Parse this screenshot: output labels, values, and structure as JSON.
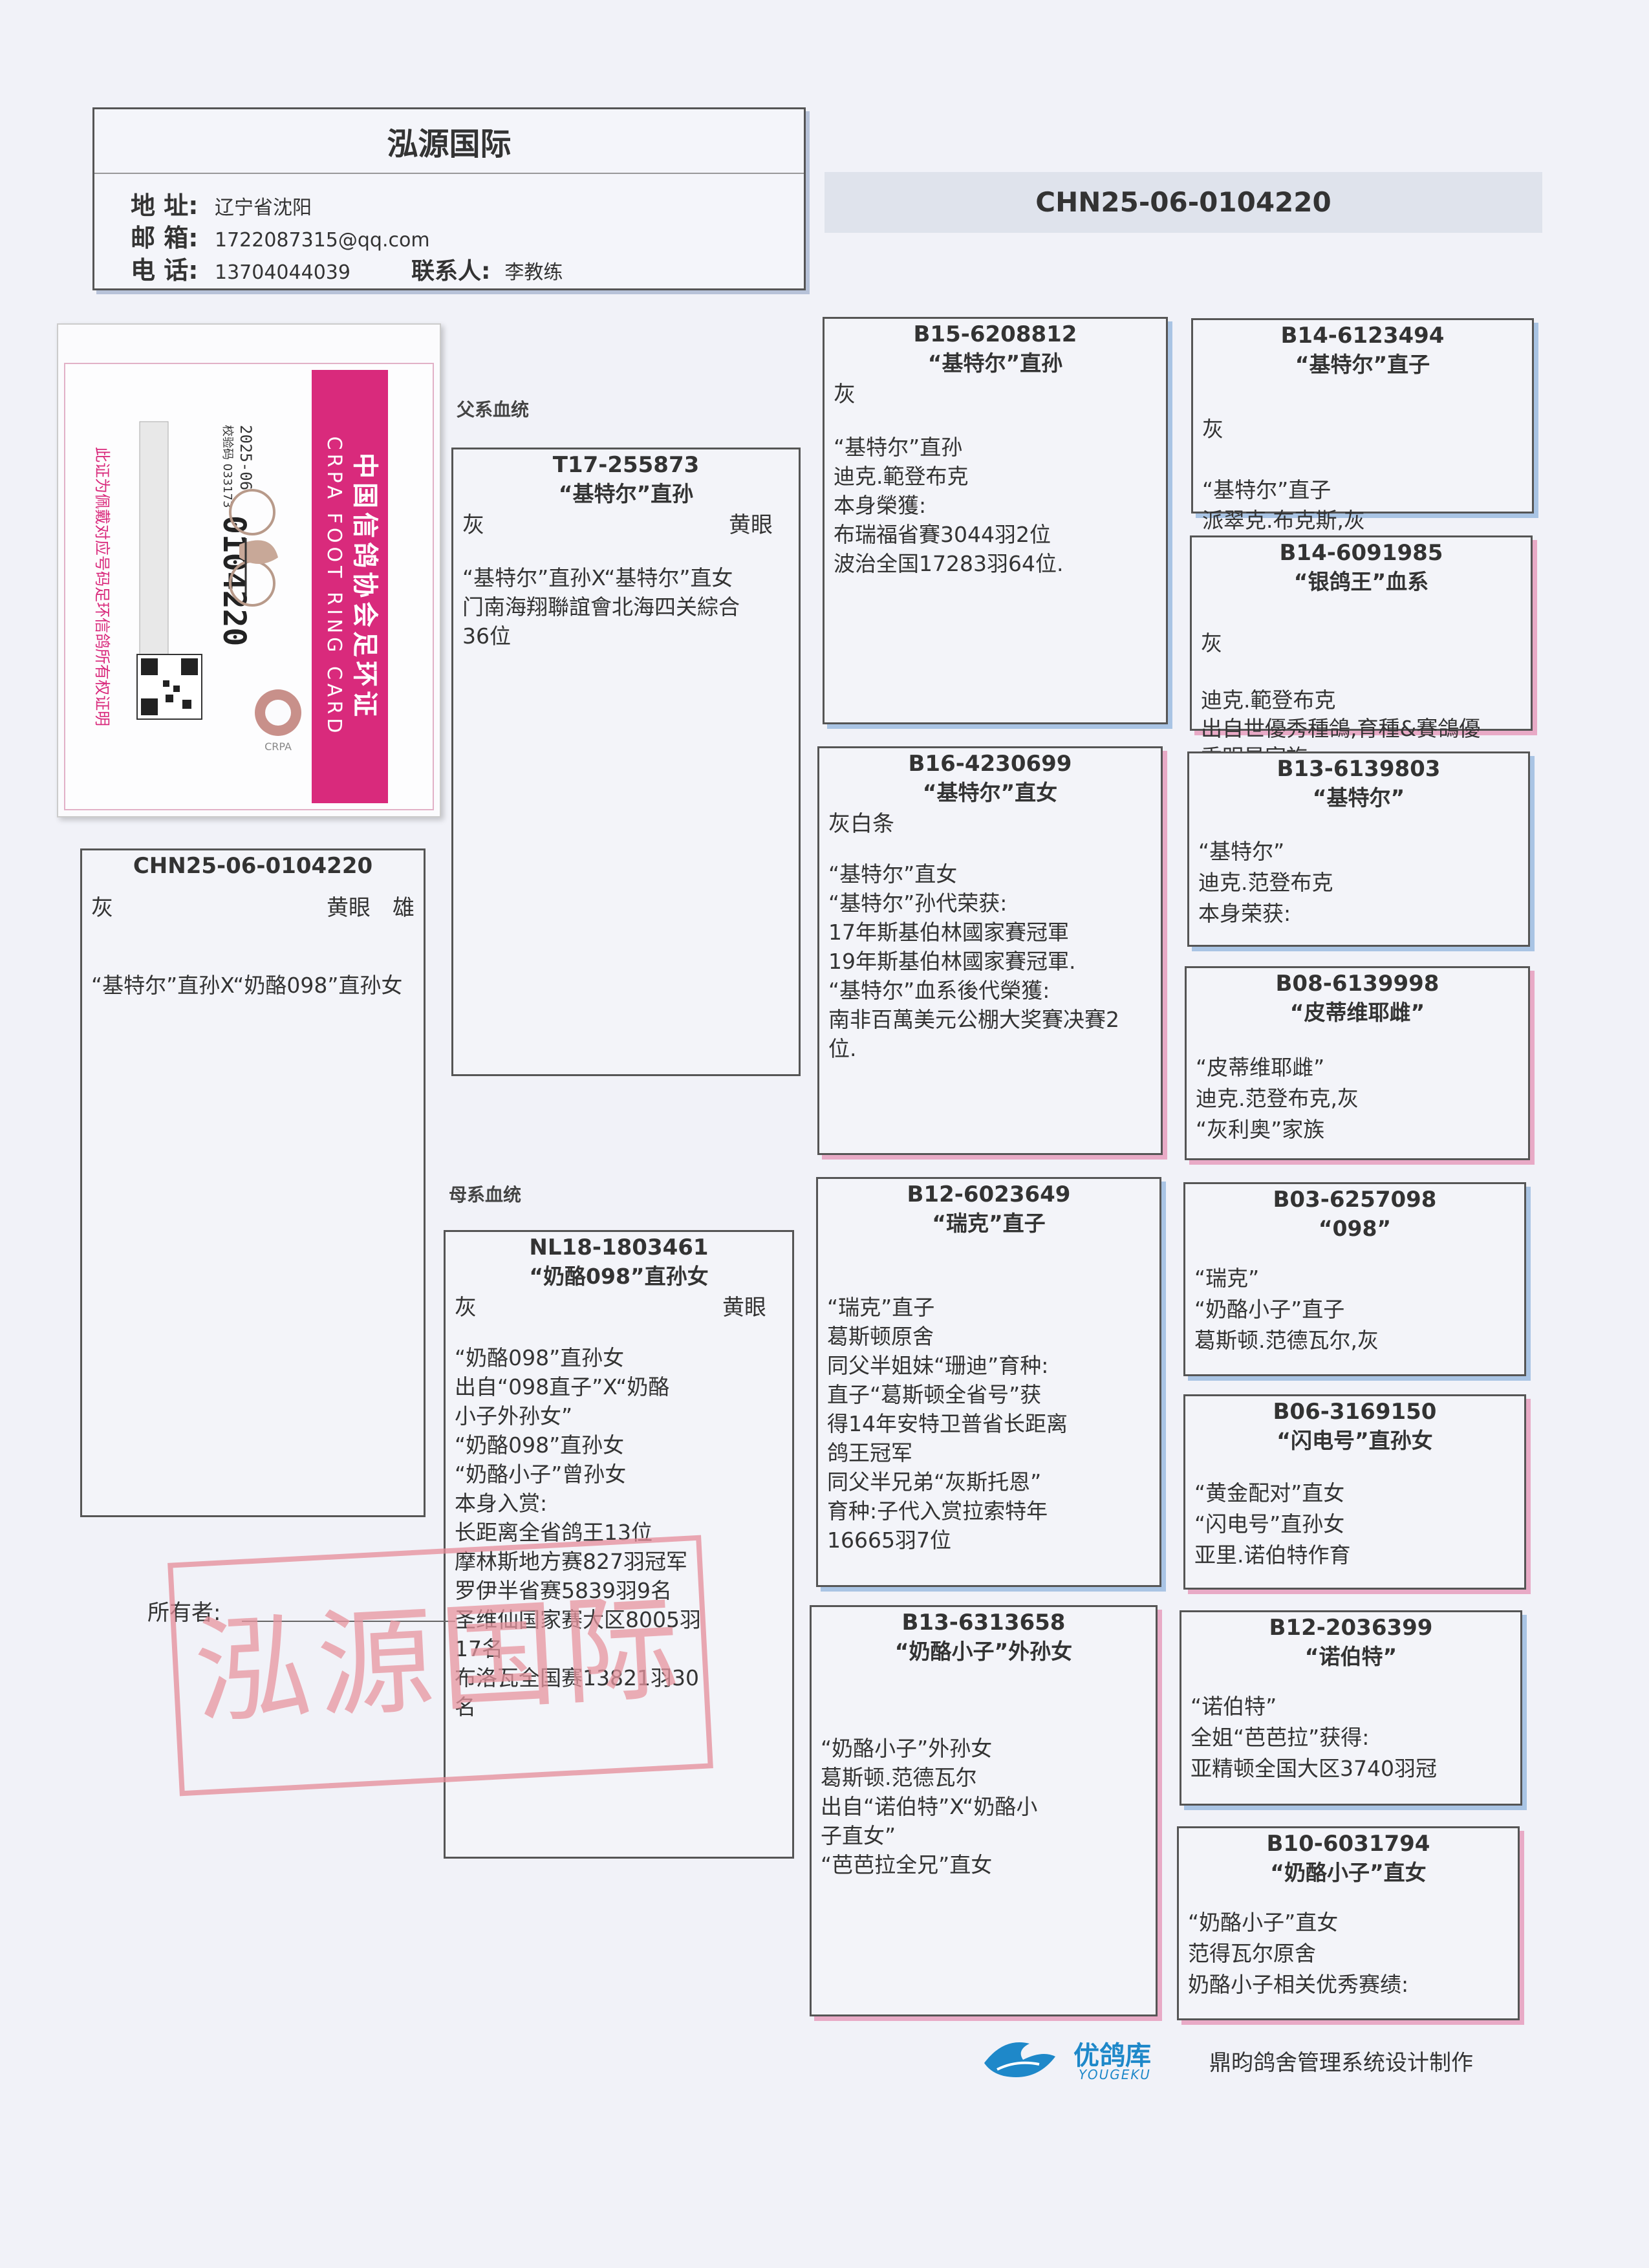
{
  "header": {
    "title": "泓源国际",
    "address_label": "地 址:",
    "address": "辽宁省沈阳",
    "email_label": "邮 箱:",
    "email": "1722087315@qq.com",
    "phone_label": "电 话:",
    "phone": "13704044039",
    "contact_label": "联系人:",
    "contact": "李教练"
  },
  "main_ring": "CHN25-06-0104220",
  "sections": {
    "paternal": "父系血统",
    "maternal": "母系血统"
  },
  "subject": {
    "ring": "CHN25-06-0104220",
    "color": "灰",
    "eye": "黄眼",
    "sex": "雄",
    "notes": "“基特尔”直孙X“奶酪098”直孙女"
  },
  "sire": {
    "ring": "T17-255873",
    "name": "“基特尔”直孙",
    "color": "灰",
    "eye": "黄眼",
    "notes": "“基特尔”直孙X“基特尔”直女\n门南海翔聯誼會北海四关綜合\n36位"
  },
  "dam": {
    "ring": "NL18-1803461",
    "name": "“奶酪098”直孙女",
    "color": "灰",
    "eye": "黄眼",
    "notes": "“奶酪098”直孙女\n出自“098直子”X“奶酪\n小子外孙女”\n“奶酪098”直孙女\n“奶酪小子”曾孙女\n本身入赏:\n长距离全省鸽王13位\n摩林斯地方赛827羽冠军\n罗伊半省赛5839羽9名\n圣维仙国家赛大区8005羽\n17名\n布洛瓦全国赛13821羽30\n名"
  },
  "gen2": [
    {
      "ring": "B15-6208812",
      "name": "“基特尔”直孙",
      "color": "灰",
      "notes": "“基特尔”直孙\n迪克.範登布克\n本身榮獲:\n布瑞福省賽3044羽2位\n波治全国17283羽64位."
    },
    {
      "ring": "B16-4230699",
      "name": "“基特尔”直女",
      "color": "灰白条",
      "notes": "“基特尔”直女\n“基特尔”孙代荣获:\n17年斯基伯林國家賽冠軍\n19年斯基伯林國家賽冠軍.\n“基特尔”血系後代榮獲:\n南非百萬美元公棚大奖賽决賽2\n位."
    },
    {
      "ring": "B12-6023649",
      "name": "“瑞克”直子",
      "color": "",
      "notes": "“瑞克”直子\n葛斯顿原舍\n同父半姐妹“珊迪”育种:\n直子“葛斯顿全省号”获\n得14年安特卫普省长距离\n鸽王冠军\n同父半兄弟“灰斯托恩”\n育种:子代入赏拉索特年\n16665羽7位"
    },
    {
      "ring": "B13-6313658",
      "name": "“奶酪小子”外孙女",
      "color": "",
      "notes": "“奶酪小子”外孙女\n葛斯顿.范德瓦尔\n出自“诺伯特”X“奶酪小\n子直女”\n“芭芭拉全兄”直女"
    }
  ],
  "gen3": [
    {
      "ring": "B14-6123494",
      "name": "“基特尔”直子",
      "color": "灰",
      "notes": "“基特尔”直子\n派翠克.布克斯,灰\n父亲“基特尔”获:"
    },
    {
      "ring": "B14-6091985",
      "name": "“银鸽王”血系",
      "color": "灰",
      "notes": "迪克.範登布克\n出自世優秀種鴿,育種&賽鴿優\n秀明星家族"
    },
    {
      "ring": "B13-6139803",
      "name": "“基特尔”",
      "color": "",
      "notes": "“基特尔”\n迪克.范登布克\n本身荣获:"
    },
    {
      "ring": "B08-6139998",
      "name": "“皮蒂维耶雌”",
      "color": "",
      "notes": "“皮蒂维耶雌”\n迪克.范登布克,灰\n“灰利奥”家族"
    },
    {
      "ring": "B03-6257098",
      "name": "“098”",
      "color": "",
      "notes": "“瑞克”\n“奶酪小子”直子\n葛斯顿.范德瓦尔,灰"
    },
    {
      "ring": "B06-3169150",
      "name": "“闪电号”直孙女",
      "color": "",
      "notes": "“黄金配对”直女\n“闪电号”直孙女\n亚里.诺伯特作育"
    },
    {
      "ring": "B12-2036399",
      "name": "“诺伯特”",
      "color": "",
      "notes": "“诺伯特”\n全姐“芭芭拉”获得:\n亚精顿全国大区3740羽冠"
    },
    {
      "ring": "B10-6031794",
      "name": "“奶酪小子”直女",
      "color": "",
      "notes": "“奶酪小子”直女\n范得瓦尔原舍\n奶酪小子相关优秀赛绩:"
    }
  ],
  "ring_card": {
    "title_cn": "中国信鸽协会足环证",
    "title_en": "CRPA FOOT RING CARD",
    "date": "2025-06",
    "code": "校验码 033173",
    "number": "0104220",
    "org": "CRPA",
    "footer": "此证为佩戴对应号码足环信鸽所有权证明"
  },
  "owner_label": "所有者:",
  "stamp_text": "泓源国际",
  "footer": {
    "logo": "优鸽库",
    "logo_sub": "YOUGEKU",
    "credit": "鼎昀鸽舍管理系统设计制作"
  }
}
